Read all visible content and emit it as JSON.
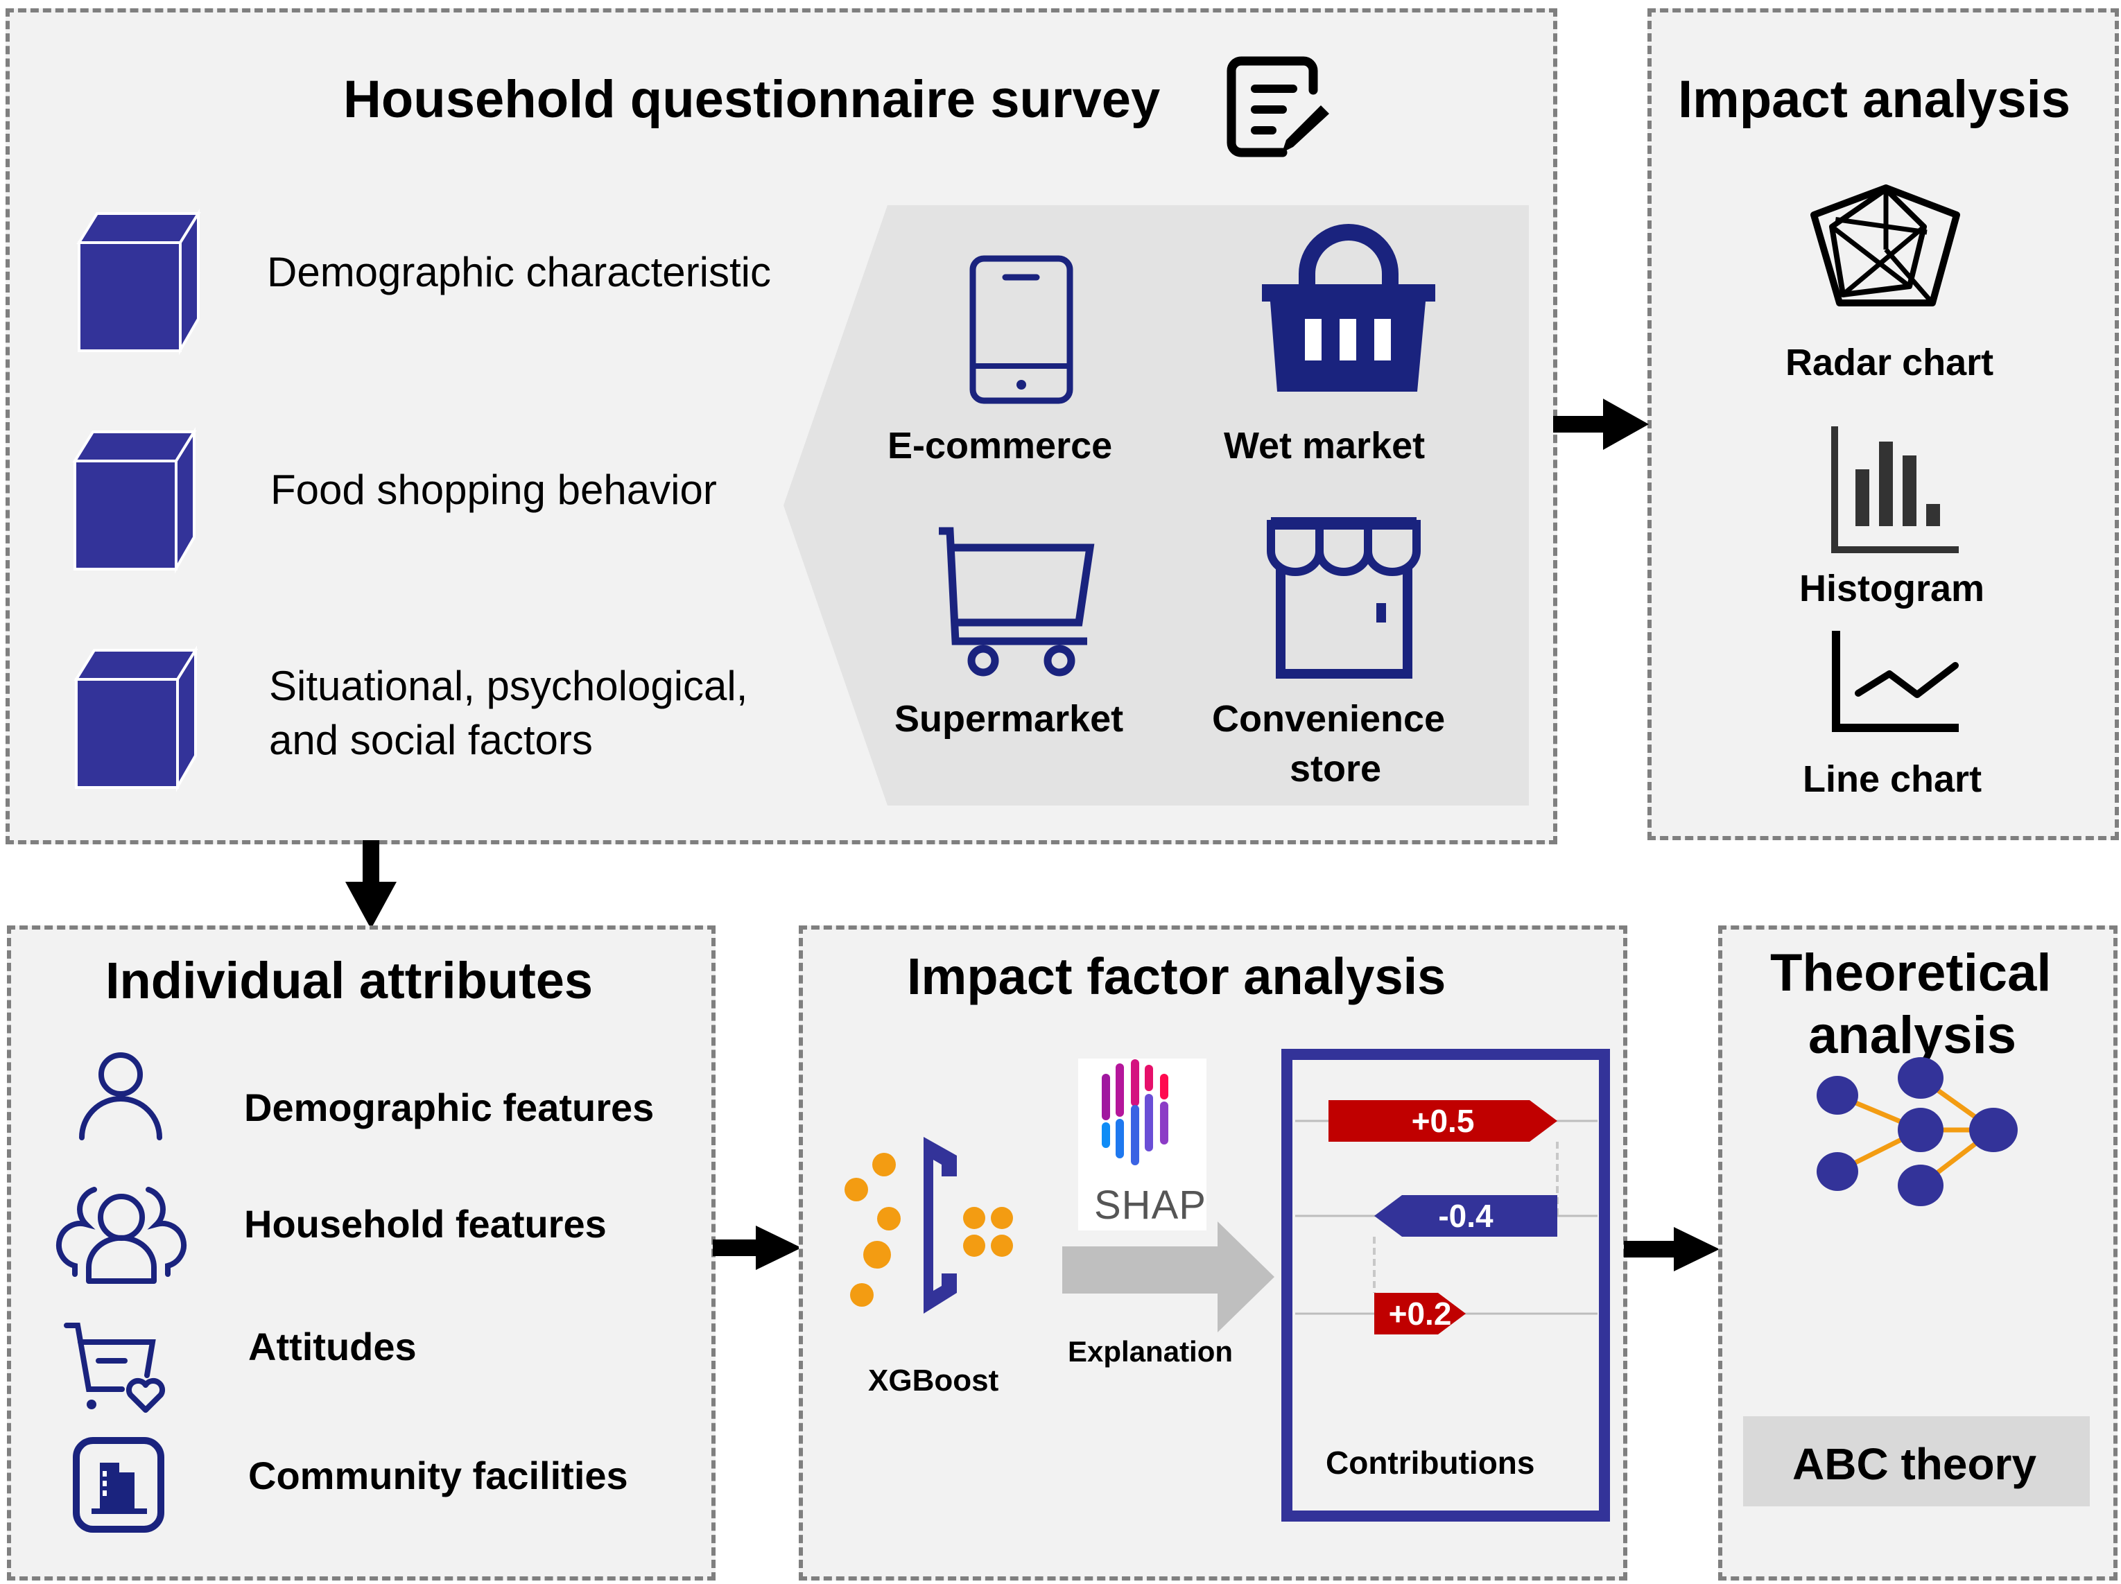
{
  "survey": {
    "title": "Household questionnaire survey",
    "title_icon": "survey-edit-icon",
    "categories": [
      {
        "label": "Demographic characteristic",
        "icon": "cube-icon"
      },
      {
        "label": "Food shopping behavior",
        "icon": "cube-icon"
      },
      {
        "label_line1": "Situational, psychological,",
        "label_line2": "and social factors",
        "icon": "cube-icon"
      }
    ],
    "channels": [
      {
        "label": "E-commerce",
        "icon": "smartphone-icon"
      },
      {
        "label": "Wet market",
        "icon": "basket-icon"
      },
      {
        "label": "Supermarket",
        "icon": "shopping-cart-icon"
      },
      {
        "label_line1": "Convenience",
        "label_line2": "store",
        "icon": "storefront-icon"
      }
    ]
  },
  "impact_analysis": {
    "title": "Impact analysis",
    "items": [
      {
        "label": "Radar chart",
        "icon": "radar-chart-icon"
      },
      {
        "label": "Histogram",
        "icon": "histogram-icon"
      },
      {
        "label": "Line chart",
        "icon": "line-chart-icon"
      }
    ]
  },
  "individual_attributes": {
    "title": "Individual attributes",
    "items": [
      {
        "label": "Demographic features",
        "icon": "person-icon"
      },
      {
        "label": "Household features",
        "icon": "household-icon"
      },
      {
        "label": "Attitudes",
        "icon": "cart-heart-icon"
      },
      {
        "label": "Community facilities",
        "icon": "building-icon"
      }
    ]
  },
  "impact_factor": {
    "title": "Impact factor analysis",
    "model_label": "XGBoost",
    "shap_label": "SHAP",
    "explanation_label": "Explanation",
    "contributions_label": "Contributions",
    "contributions": [
      {
        "label": "+0.5",
        "value": 0.5,
        "color": "#c00000"
      },
      {
        "label": "-0.4",
        "value": -0.4,
        "color": "#333399"
      },
      {
        "label": "+0.2",
        "value": 0.2,
        "color": "#c00000"
      }
    ]
  },
  "theoretical": {
    "title_line1": "Theoretical",
    "title_line2": "analysis",
    "theory_label": "ABC theory",
    "icon": "network-graph-icon"
  },
  "colors": {
    "primary_blue": "#333399",
    "icon_navy": "#1a237e",
    "accent_orange": "#f39c12",
    "positive_red": "#c00000",
    "box_fill": "#f2f2f2",
    "box_border": "#7f7f7f"
  }
}
